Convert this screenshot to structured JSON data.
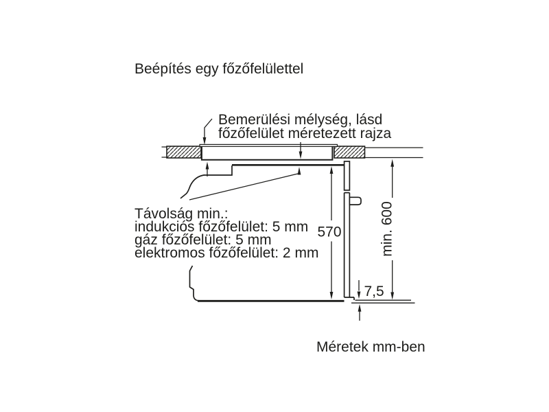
{
  "page": {
    "background": "#ffffff",
    "ink": "#1d1d1b",
    "kind": "built-in oven installation drawing"
  },
  "title": "Beépítés egy főzőfelülettel",
  "footer_note": "Méretek mm-ben",
  "annotations": {
    "immersion_note_line1": "Bemerülési mélység, lásd",
    "immersion_note_line2": "főzőfelület méretezett rajza",
    "distance_note_line1": "Távolság min.:",
    "distance_note_line2": "indukciós főzőfelület: 5 mm",
    "distance_note_line3": "gáz főzőfelület: 5 mm",
    "distance_note_line4": "elektromos főzőfelület: 2 mm"
  },
  "dimensions": {
    "oven_front_height_mm": "570",
    "min_niche_height_mm": "min. 600",
    "bottom_overlap_mm": "7,5"
  }
}
